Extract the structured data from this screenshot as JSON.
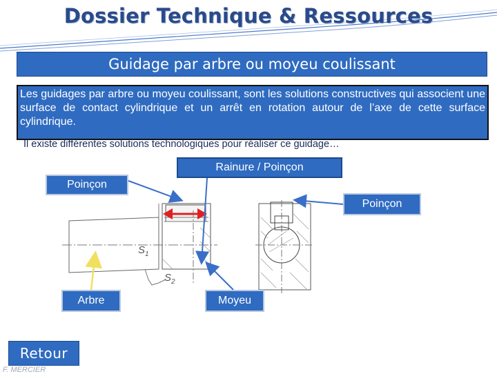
{
  "header": {
    "title": "Dossier Technique & Ressources"
  },
  "slide": {
    "subtitle": "Guidage par arbre ou moyeu coulissant",
    "intro": "Les guidages par arbre ou moyeu coulissant, sont les solutions constructives qui associent une surface de contact cylindrique et un arrêt en rotation autour de l’axe de cette surface cylindrique.",
    "note": "Il existe différentes solutions technologiques pour réaliser ce guidage…"
  },
  "labels": {
    "rainure_poincon": "Rainure / Poinçon",
    "poincon_left": "Poinçon",
    "poincon_right": "Poinçon",
    "arbre": "Arbre",
    "moyeu": "Moyeu"
  },
  "drawing": {
    "s1": "S",
    "s1_sub": "1",
    "s2": "S",
    "s2_sub": "2"
  },
  "footer": {
    "retour_label": "Retour",
    "author": "F. MERCIER"
  },
  "colors": {
    "accent": "#2f6bc0",
    "title": "#2a4a8a",
    "arrow_red": "#e02020",
    "pointer_blue": "#3a6fc8",
    "pointer_yellow": "#f0e060"
  }
}
